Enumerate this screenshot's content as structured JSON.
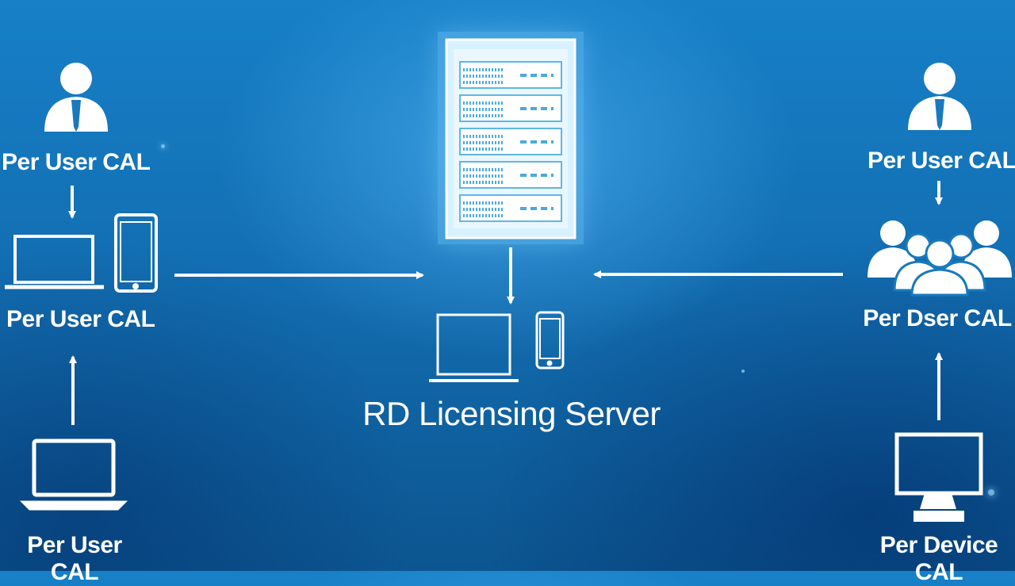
{
  "diagram": {
    "title": "RD Licensing Server",
    "labels": {
      "left_top": "Per User CAL",
      "left_middle": "Per User CAL",
      "left_bottom": "Per User CAL",
      "right_top": "Per User CAL",
      "right_middle": "Per Dser CAL",
      "right_bottom": "Per Device CAL"
    },
    "icons": {
      "left_top": "user-icon",
      "left_middle": [
        "laptop-icon",
        "tablet-icon"
      ],
      "left_bottom": "laptop-icon",
      "center_top": "server-icon",
      "center_bottom": [
        "laptop-icon",
        "phone-icon"
      ],
      "right_top": "user-icon",
      "right_middle": "user-group-icon",
      "right_bottom": "desktop-monitor-icon"
    },
    "colors": {
      "background": "#1577bf",
      "foreground": "#ffffff",
      "glow": "#7fd0ff"
    }
  }
}
